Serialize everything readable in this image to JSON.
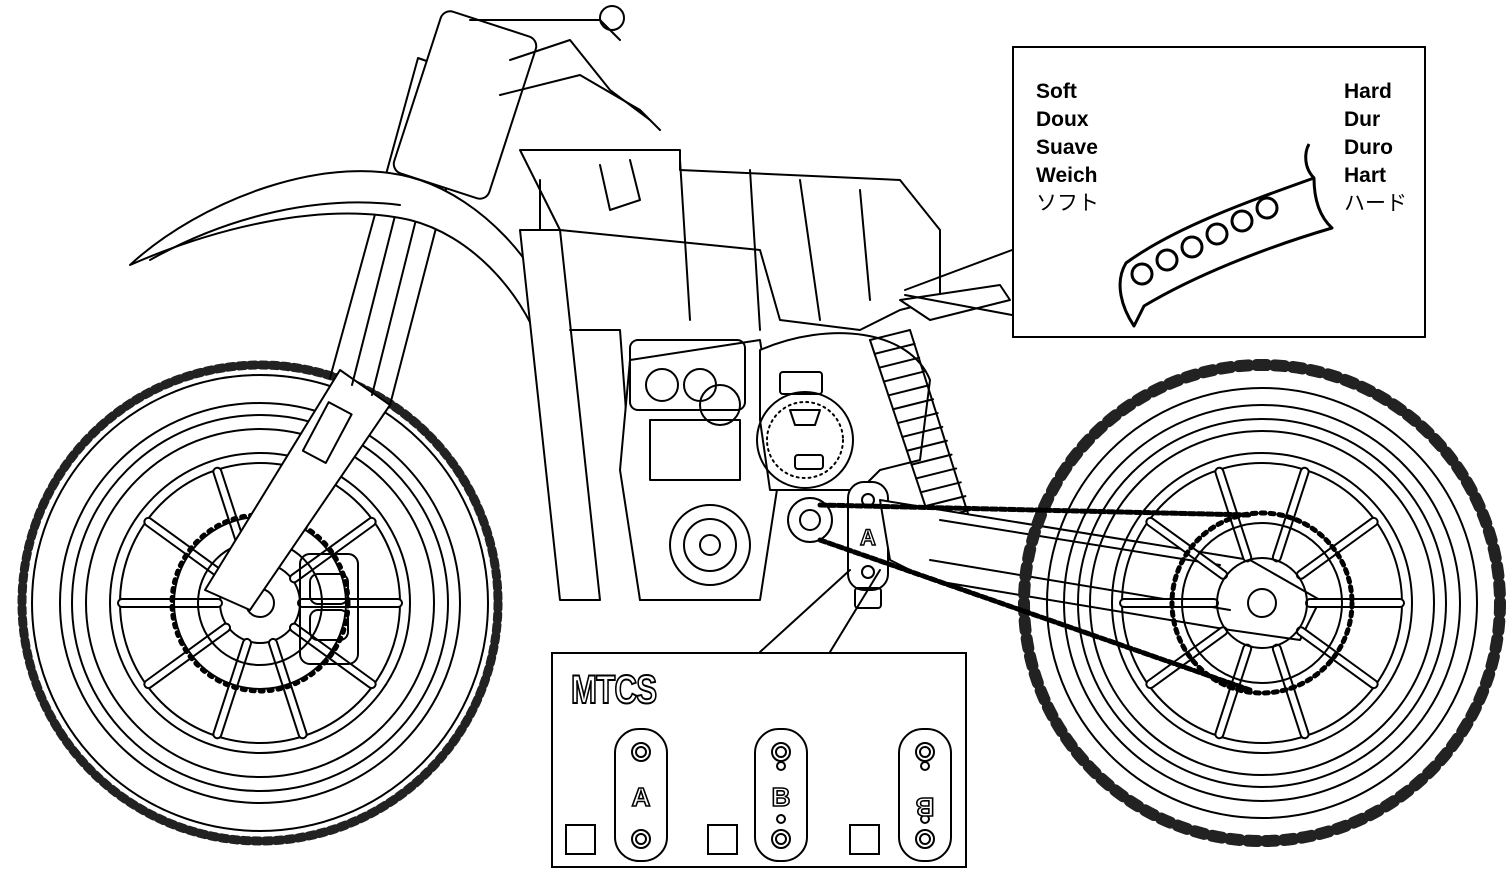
{
  "stiffness_scale": {
    "soft_labels": [
      "Soft",
      "Doux",
      "Suave",
      "Weich",
      "ソフト"
    ],
    "hard_labels": [
      "Hard",
      "Dur",
      "Duro",
      "Hart",
      "ハード"
    ]
  },
  "mtcs": {
    "title": "MTCS",
    "options": [
      {
        "label": "A"
      },
      {
        "label": "B"
      },
      {
        "label": "B"
      }
    ]
  },
  "bike": {
    "frame_plate_label": "A"
  }
}
